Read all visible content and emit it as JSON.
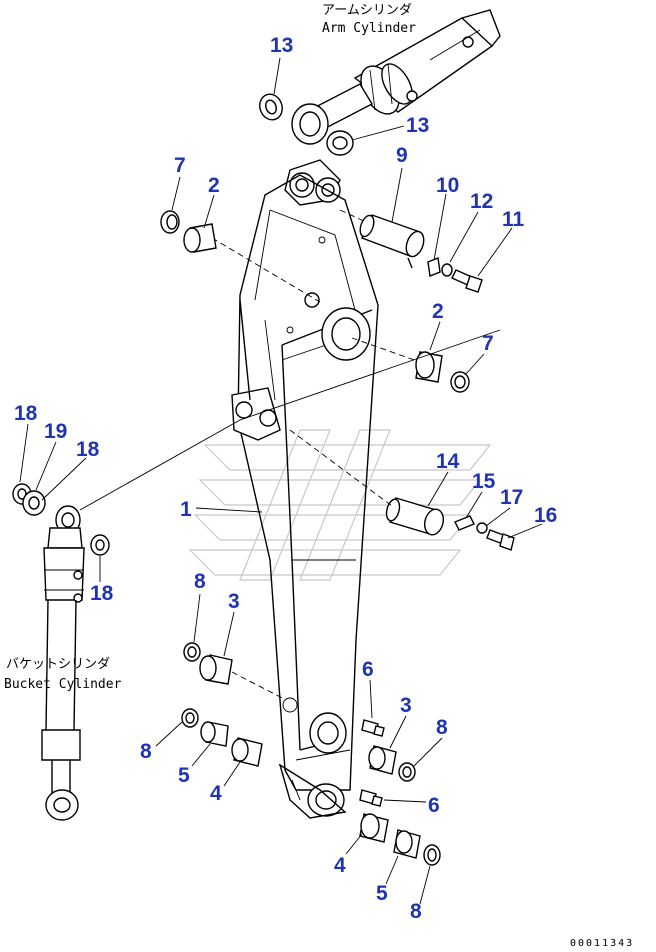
{
  "labels": {
    "arm_cylinder_jp": "アームシリンダ",
    "arm_cylinder_en": "Arm Cylinder",
    "bucket_cylinder_jp": "バケットシリンダ",
    "bucket_cylinder_en": "Bucket Cylinder"
  },
  "drawing_number": "00011343",
  "callouts": [
    {
      "id": "c13a",
      "text": "13"
    },
    {
      "id": "c13b",
      "text": "13"
    },
    {
      "id": "c7a",
      "text": "7"
    },
    {
      "id": "c2a",
      "text": "2"
    },
    {
      "id": "c9",
      "text": "9"
    },
    {
      "id": "c10",
      "text": "10"
    },
    {
      "id": "c12",
      "text": "12"
    },
    {
      "id": "c11",
      "text": "11"
    },
    {
      "id": "c2b",
      "text": "2"
    },
    {
      "id": "c7b",
      "text": "7"
    },
    {
      "id": "c18a",
      "text": "18"
    },
    {
      "id": "c19",
      "text": "19"
    },
    {
      "id": "c18b",
      "text": "18"
    },
    {
      "id": "c14",
      "text": "14"
    },
    {
      "id": "c15",
      "text": "15"
    },
    {
      "id": "c17",
      "text": "17"
    },
    {
      "id": "c16",
      "text": "16"
    },
    {
      "id": "c1",
      "text": "1"
    },
    {
      "id": "c18c",
      "text": "18"
    },
    {
      "id": "c8a",
      "text": "8"
    },
    {
      "id": "c3a",
      "text": "3"
    },
    {
      "id": "c6a",
      "text": "6"
    },
    {
      "id": "c3b",
      "text": "3"
    },
    {
      "id": "c8b",
      "text": "8"
    },
    {
      "id": "c8c",
      "text": "8"
    },
    {
      "id": "c5a",
      "text": "5"
    },
    {
      "id": "c4a",
      "text": "4"
    },
    {
      "id": "c6b",
      "text": "6"
    },
    {
      "id": "c4b",
      "text": "4"
    },
    {
      "id": "c5b",
      "text": "5"
    },
    {
      "id": "c8d",
      "text": "8"
    }
  ]
}
